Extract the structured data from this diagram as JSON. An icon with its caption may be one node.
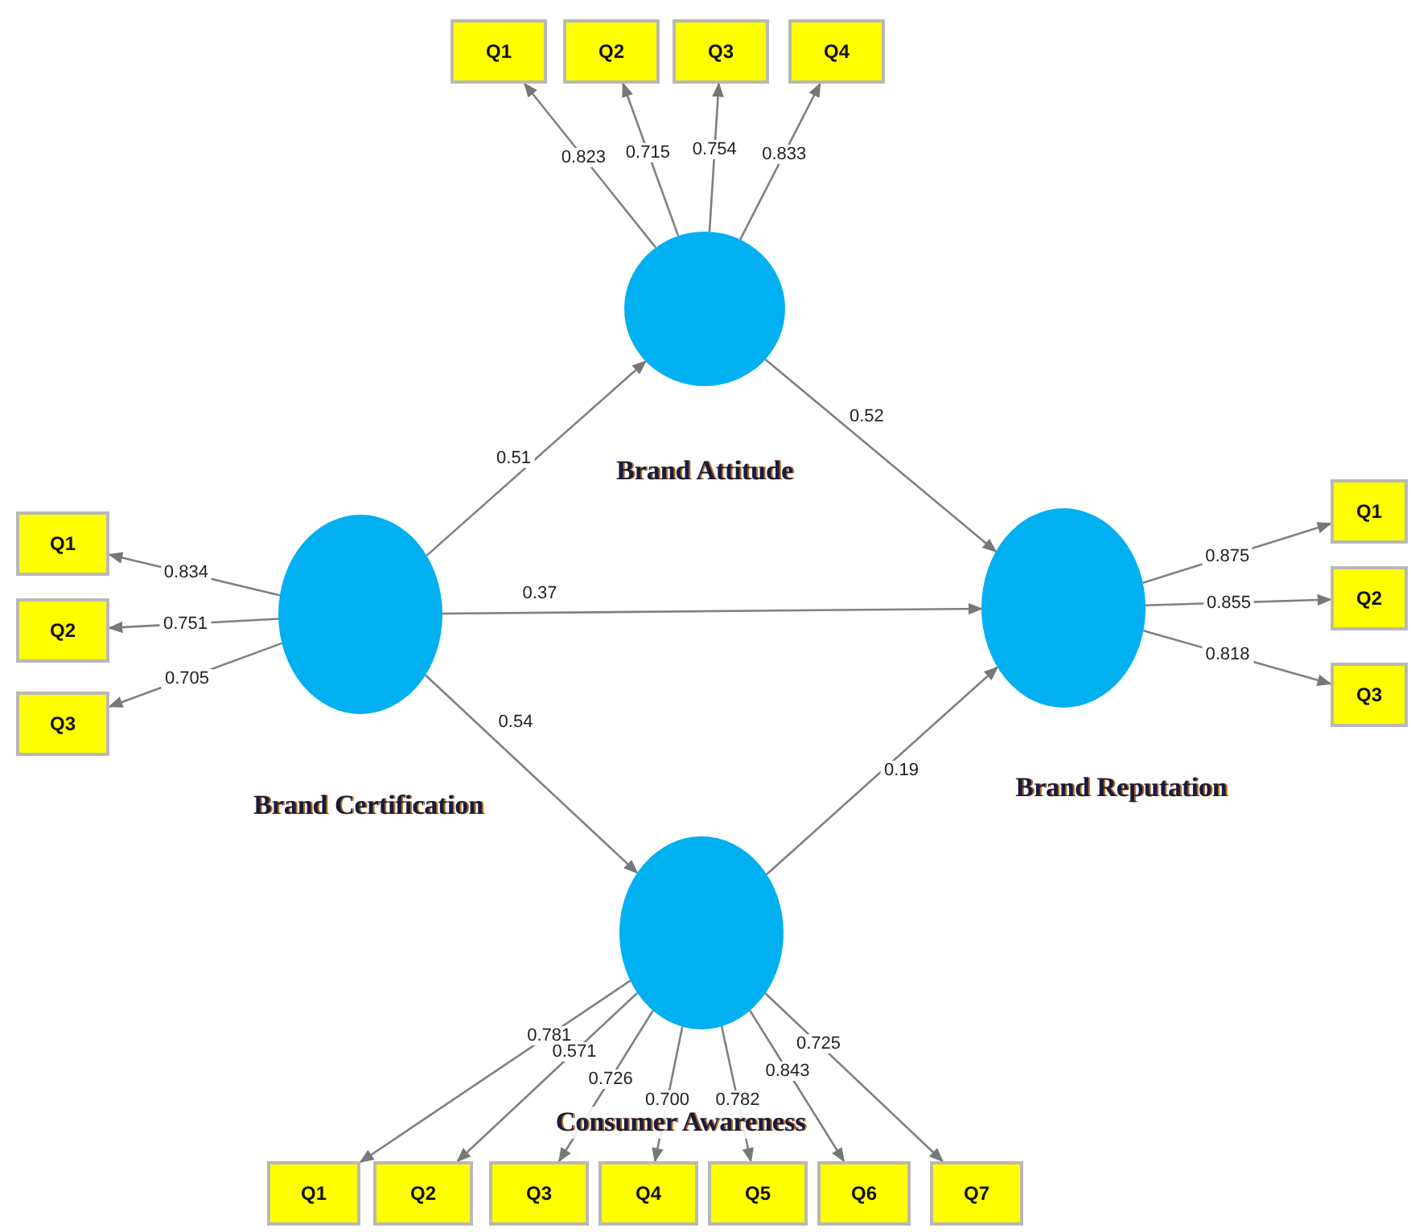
{
  "diagram": {
    "nodes": [
      {
        "text": [
          "Q1"
        ]
      },
      {
        "text": [
          "Q2"
        ]
      },
      {
        "text": [
          "Q3"
        ]
      },
      {
        "text": [
          "Q4"
        ]
      },
      {
        "text": [
          "Brand Attitude"
        ]
      },
      {
        "text": [
          "Q1"
        ]
      },
      {
        "text": [
          "Q2"
        ]
      },
      {
        "text": [
          "Q3"
        ]
      },
      {
        "text": [
          "Brand Certification"
        ]
      },
      {
        "text": [
          "Brand Reputation"
        ]
      },
      {
        "text": [
          "Q1"
        ]
      },
      {
        "text": [
          "Q2"
        ]
      },
      {
        "text": [
          "Q3"
        ]
      },
      {
        "text": [
          "Consumer Awareness"
        ]
      },
      {
        "text": [
          "Q1"
        ]
      },
      {
        "text": [
          "Q2"
        ]
      },
      {
        "text": [
          "Q3"
        ]
      },
      {
        "text": [
          "Q4"
        ]
      },
      {
        "text": [
          "Q5"
        ]
      },
      {
        "text": [
          "Q6"
        ]
      },
      {
        "text": [
          "Q7"
        ]
      }
    ],
    "edges": [
      {
        "from": 4,
        "to": 0,
        "arrow": "to",
        "label": "0.823"
      },
      {
        "from": 4,
        "to": 1,
        "arrow": "to",
        "label": "0.715"
      },
      {
        "from": 4,
        "to": 2,
        "arrow": "to",
        "label": "0.754"
      },
      {
        "from": 4,
        "to": 3,
        "arrow": "to",
        "label": "0.833"
      },
      {
        "from": 8,
        "to": 4,
        "arrow": "to",
        "label": "0.51"
      },
      {
        "from": 4,
        "to": 9,
        "arrow": "to",
        "label": "0.52"
      },
      {
        "from": 8,
        "to": 9,
        "arrow": "to",
        "label": "0.37"
      },
      {
        "from": 8,
        "to": 5,
        "arrow": "to",
        "label": "0.834"
      },
      {
        "from": 8,
        "to": 6,
        "arrow": "to",
        "label": "0.751"
      },
      {
        "from": 8,
        "to": 7,
        "arrow": "to",
        "label": "0.705"
      },
      {
        "from": 9,
        "to": 10,
        "arrow": "to",
        "label": "0.875"
      },
      {
        "from": 9,
        "to": 11,
        "arrow": "to",
        "label": "0.855"
      },
      {
        "from": 9,
        "to": 12,
        "arrow": "to",
        "label": "0.818"
      },
      {
        "from": 8,
        "to": 13,
        "arrow": "to",
        "label": "0.54"
      },
      {
        "from": 13,
        "to": 9,
        "arrow": "to",
        "label": "0.19"
      },
      {
        "from": 13,
        "to": 14,
        "arrow": "to",
        "label": "0.781"
      },
      {
        "from": 13,
        "to": 15,
        "arrow": "to",
        "label": "0.571"
      },
      {
        "from": 13,
        "to": 16,
        "arrow": "to",
        "label": "0.726"
      },
      {
        "from": 13,
        "to": 17,
        "arrow": "to",
        "label": "0.700"
      },
      {
        "from": 13,
        "to": 18,
        "arrow": "to",
        "label": "0.782"
      },
      {
        "from": 13,
        "to": 19,
        "arrow": "to",
        "label": "0.843"
      },
      {
        "from": 13,
        "to": 20,
        "arrow": "to",
        "label": "0.725"
      }
    ]
  }
}
